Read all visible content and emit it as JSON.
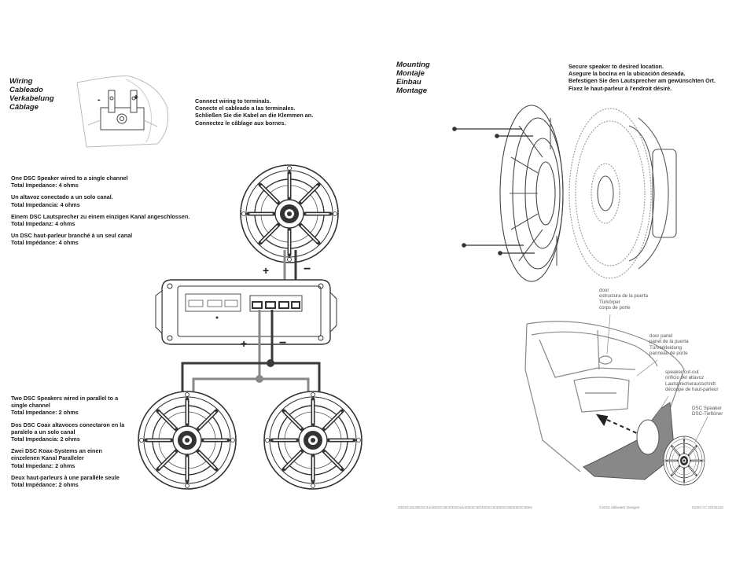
{
  "wiring": {
    "heading": [
      "Wiring",
      "Cableado",
      "Verkabelung",
      "Câblage"
    ],
    "terminal_instructions": [
      "Connect wiring to terminals.",
      "Conecte el cableado a las terminales.",
      "Schließen Sie die Kabel an die Klemmen an.",
      "Connectez le câblage aux bornes."
    ],
    "terminal_minus": "-",
    "terminal_plus": "+"
  },
  "single_channel": {
    "blocks": [
      [
        "One DSC Speaker wired to a single channel",
        "Total Impedance: 4 ohms"
      ],
      [
        "Un altavoz conectado a un solo canal.",
        "Total Impedancia: 4 ohms"
      ],
      [
        "Einem DSC Lautsprecher zu einem einzigen Kanal angeschlossen.",
        "Total Impedanz: 4 ohms"
      ],
      [
        "Un DSC haut-parleur branché à un seul canal",
        "Total Impédance: 4 ohms"
      ]
    ]
  },
  "parallel": {
    "blocks": [
      [
        "Two DSC Speakers wired in parallel to a",
        "single channel",
        "Total Impedance: 2 ohms"
      ],
      [
        "Dos DSC Coax altavoces conectaron en la",
        "paralelo a un solo canal",
        "Total Impedancia: 2 ohms"
      ],
      [
        "Zwei DSC Koax-Systems an einen",
        "einzelenen Kanal Paralleler",
        "Total Impedanz: 2 ohms"
      ],
      [
        "Deux haut-parleurs à une parallèle seule",
        "Total Impédance: 2 ohms"
      ]
    ]
  },
  "amp_polarity": {
    "top_plus": "+",
    "top_minus": "−",
    "bottom_plus": "+",
    "bottom_minus": "−"
  },
  "mounting": {
    "heading": [
      "Mounting",
      "Montaje",
      "Einbau",
      "Montage"
    ],
    "instructions": [
      "Secure speaker to desired location.",
      "Asegure la bocina en la ubicación deseada.",
      "Befestigen Sie den Lautsprecher am gewünschten Ort.",
      "Fixez le haut-parleur à l'endroit désiré."
    ]
  },
  "door_labels": {
    "door": [
      "door",
      "estructura de la puerta",
      "Türkörper",
      "corps de porte"
    ],
    "door_panel": [
      "door panel",
      "panel de la puerta",
      "Türverkleidung",
      "panneau de porte"
    ],
    "cutout": [
      "speaker cut-out",
      "orificio del altavoz",
      "Lautsprecherausschnitt",
      "découpe de haut-parleur"
    ],
    "dsc_speaker": [
      "DSC Speaker",
      "DSC-Tieftöner"
    ]
  },
  "footer": {
    "models": "40DSC35/40DSC44/40DSC46/40DSC54/40DSC65/40DSC6/40DSC69/40DSC6904",
    "copyright": "©2016 Stillwater Designs",
    "code": "KDSC-IC 20161110"
  },
  "colors": {
    "line": "#333333",
    "light": "#9a9a9a",
    "wire_dark": "#3a3a3a",
    "wire_light": "#888888"
  }
}
